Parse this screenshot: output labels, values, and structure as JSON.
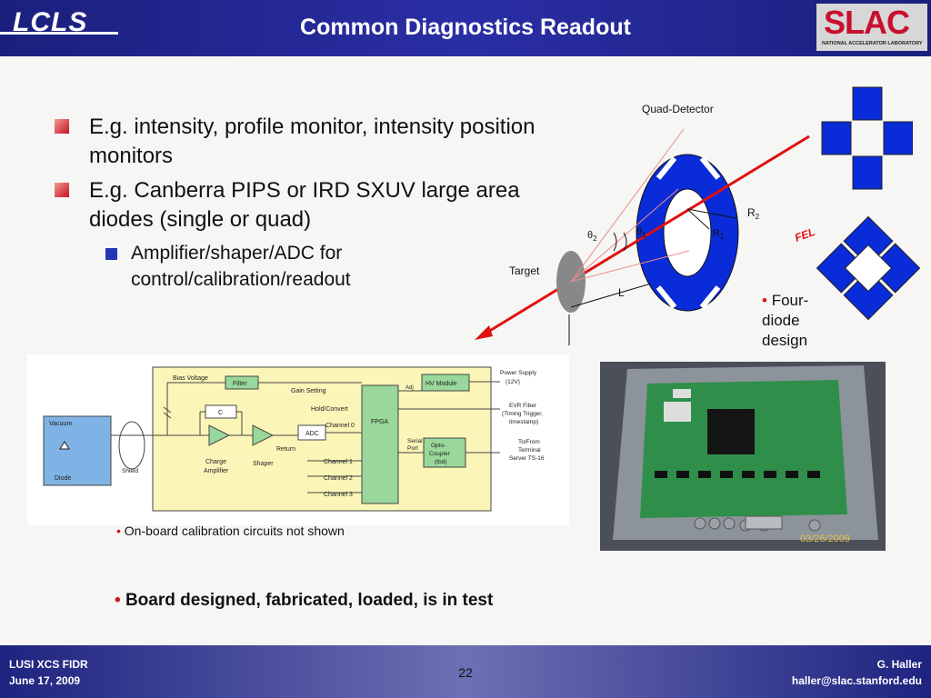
{
  "header": {
    "logo_left": "LCLS",
    "title": "Common Diagnostics Readout",
    "logo_right": "SLAC",
    "logo_right_sub": "NATIONAL ACCELERATOR LABORATORY"
  },
  "bullets": [
    "E.g. intensity, profile monitor, intensity position monitors",
    "E.g. Canberra PIPS or IRD SXUV large area diodes (single or quad)"
  ],
  "sub_bullet": "Amplifier/shaper/ADC for control/calibration/readout",
  "diagram": {
    "quad_detector": "Quad-Detector",
    "target": "Target",
    "theta2_sym": "θ",
    "theta2_sub": "2",
    "theta1_sym": "θ",
    "theta1_sub": "1",
    "r2": "R",
    "r2_sub": "2",
    "r1": "R",
    "r1_sub": "1",
    "L": "L",
    "fel": "FEL"
  },
  "four_diode": {
    "bullet": "•",
    "text_1": "Four-",
    "text_2": "diode",
    "text_3": "design"
  },
  "circuit": {
    "bias_voltage": "Bias Voltage",
    "filter": "Filter",
    "gain_setting": "Gain Setting",
    "c": "C",
    "hold_convert": "Hold/Convert",
    "channel0": "Channel 0",
    "adc": "ADC",
    "fpga": "FPGA",
    "hv_module": "HV Module",
    "adj": "Adj",
    "power_supply_1": "Power Supply",
    "power_supply_2": "(12V)",
    "evr_1": "EVR Fiber",
    "evr_2": "(Timing Trigger,",
    "evr_3": "timestamp)",
    "serial_1": "Serial",
    "serial_2": "Port",
    "opto_1": "Opto-",
    "opto_2": "Coupler",
    "opto_3": "(tbd)",
    "tofrom_1": "To/From",
    "tofrom_2": "Terminal",
    "tofrom_3": "Server TS-16",
    "return": "Return",
    "charge_amp_1": "Charge",
    "charge_amp_2": "Amplifier",
    "shaper": "Shaper",
    "channel1": "Channel 1",
    "channel2": "Channel 2",
    "channel3": "Channel 3",
    "vacuum": "Vacuum",
    "diode": "Diode",
    "shield": "Shield"
  },
  "photo": {
    "date": "03/26/2009"
  },
  "caption": {
    "bullet": "•",
    "text": "On-board calibration circuits not shown"
  },
  "note": {
    "bullet": "•",
    "text": "Board designed, fabricated, loaded, is in test"
  },
  "footer": {
    "left_1": "LUSI  XCS FIDR",
    "left_2": "June 17, 2009",
    "page": "22",
    "right_1": "G. Haller",
    "right_2": "haller@slac.stanford.edu"
  },
  "colors": {
    "header": "#1b1f7c",
    "accent_red": "#d01818",
    "diode_blue": "#0a2bd8",
    "board_yellow": "#fbf6b8",
    "fpga_green": "#99d79b"
  }
}
